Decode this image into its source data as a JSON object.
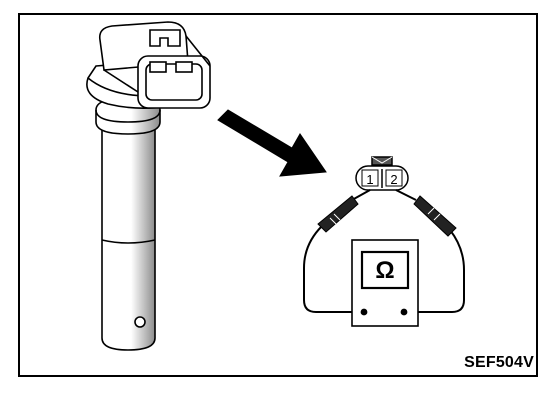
{
  "figure": {
    "reference_code": "SEF504V"
  },
  "connector": {
    "terminals": [
      "1",
      "2"
    ]
  },
  "meter": {
    "symbol": "Ω",
    "icon": "ohmmeter-icon"
  },
  "colors": {
    "line": "#000000",
    "background": "#ffffff",
    "shade": "#9a9a9a"
  }
}
